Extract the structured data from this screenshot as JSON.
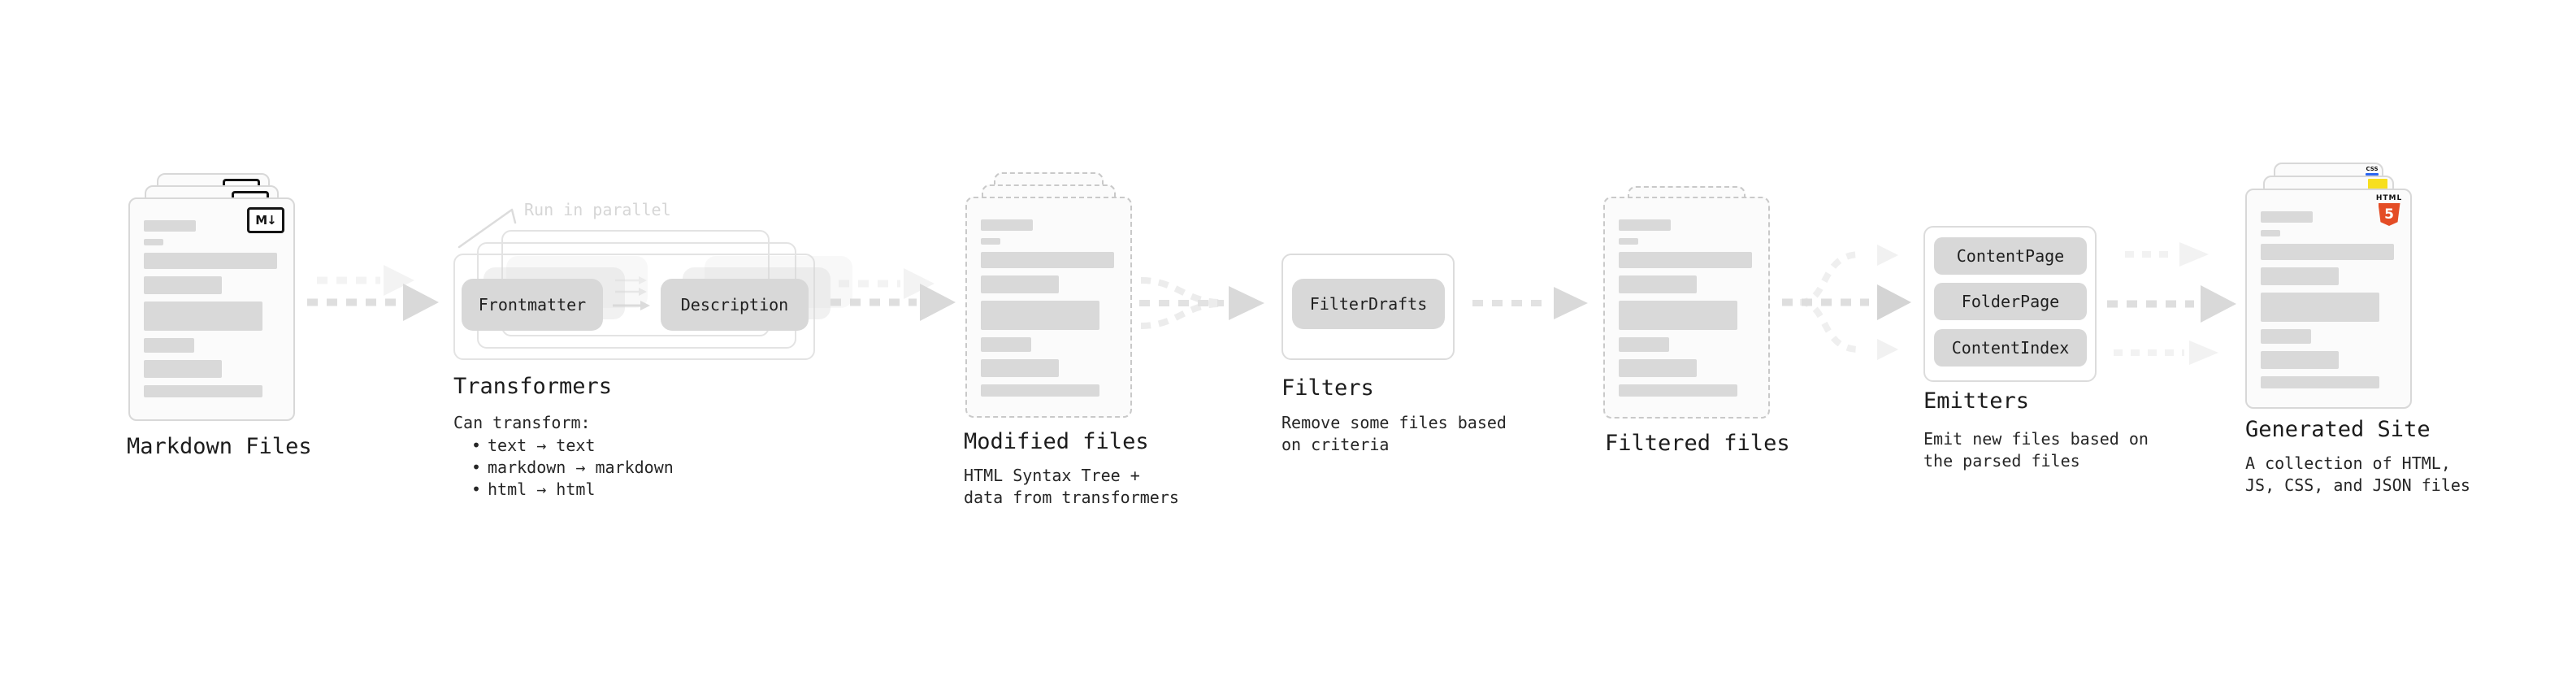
{
  "markdown_files": {
    "label": "Markdown Files",
    "badge": "M↓"
  },
  "transformers": {
    "label": "Transformers",
    "annotation": "Run in parallel",
    "pill_left": "Frontmatter",
    "pill_right": "Description",
    "desc_title": "Can transform:",
    "bullet_char": "•",
    "bullets": [
      "text → text",
      "markdown → markdown",
      "html → html"
    ]
  },
  "modified_files": {
    "label": "Modified files",
    "desc": "HTML Syntax Tree +\ndata from transformers"
  },
  "filters": {
    "label": "Filters",
    "pill": "FilterDrafts",
    "desc": "Remove some files based\non criteria"
  },
  "filtered_files": {
    "label": "Filtered files"
  },
  "emitters": {
    "label": "Emitters",
    "pills": [
      "ContentPage",
      "FolderPage",
      "ContentIndex"
    ],
    "desc": "Emit new files based on\nthe parsed files"
  },
  "generated_site": {
    "label": "Generated Site",
    "desc": "A collection of HTML,\nJS, CSS, and JSON files",
    "css_badge": "CSS",
    "html_badge": "HTML",
    "html_badge_number": "5"
  },
  "colors": {
    "background": "#ffffff",
    "card_background": "#fbfbfb",
    "card_border": "#d8d8d8",
    "dashed_border": "#c9c9c9",
    "placeholder_bar": "#d9d9d9",
    "pill_fill": "#d8d8d8",
    "arrow_main": "#dedede",
    "arrow_faint": "#f2f2f2",
    "text": "#1e1e1e",
    "annotation_text": "#d6d6d6",
    "css_blue": "#2965f1",
    "js_yellow": "#f7df1e",
    "html5_orange": "#e44d26",
    "markdown_black": "#141414"
  },
  "decor": {
    "doc_card_bars": [
      {
        "w": 64,
        "h": 14
      },
      {
        "w": 24,
        "h": 8
      },
      {
        "w": 164,
        "h": 20
      },
      {
        "w": 96,
        "h": 22
      },
      {
        "w": 146,
        "h": 36
      },
      {
        "w": 62,
        "h": 18
      },
      {
        "w": 96,
        "h": 22
      },
      {
        "w": 146,
        "h": 15
      }
    ]
  }
}
